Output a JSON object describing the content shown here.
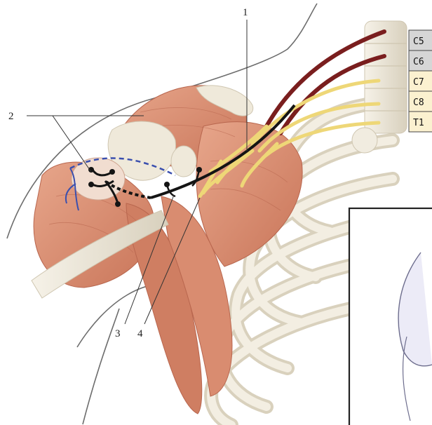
{
  "labels": {
    "l1": "1",
    "l2": "2",
    "l3": "3",
    "l4": "4"
  },
  "nerve_roots": [
    {
      "name": "C5",
      "color": "#d6d6d6"
    },
    {
      "name": "C6",
      "color": "#d6d6d6"
    },
    {
      "name": "C7",
      "color": "#fbf1d0"
    },
    {
      "name": "C8",
      "color": "#fbf1d0"
    },
    {
      "name": "T1",
      "color": "#fbf1d0"
    }
  ],
  "colors": {
    "muscle": "#d88c70",
    "muscle_dark": "#b8664e",
    "bone": "#ece6d6",
    "nerve_yellow": "#eed777",
    "nerve_red": "#7a1e1e",
    "graft_black": "#141414",
    "vessel_blue": "#3a4fae",
    "outline": "#6d6d6d"
  }
}
